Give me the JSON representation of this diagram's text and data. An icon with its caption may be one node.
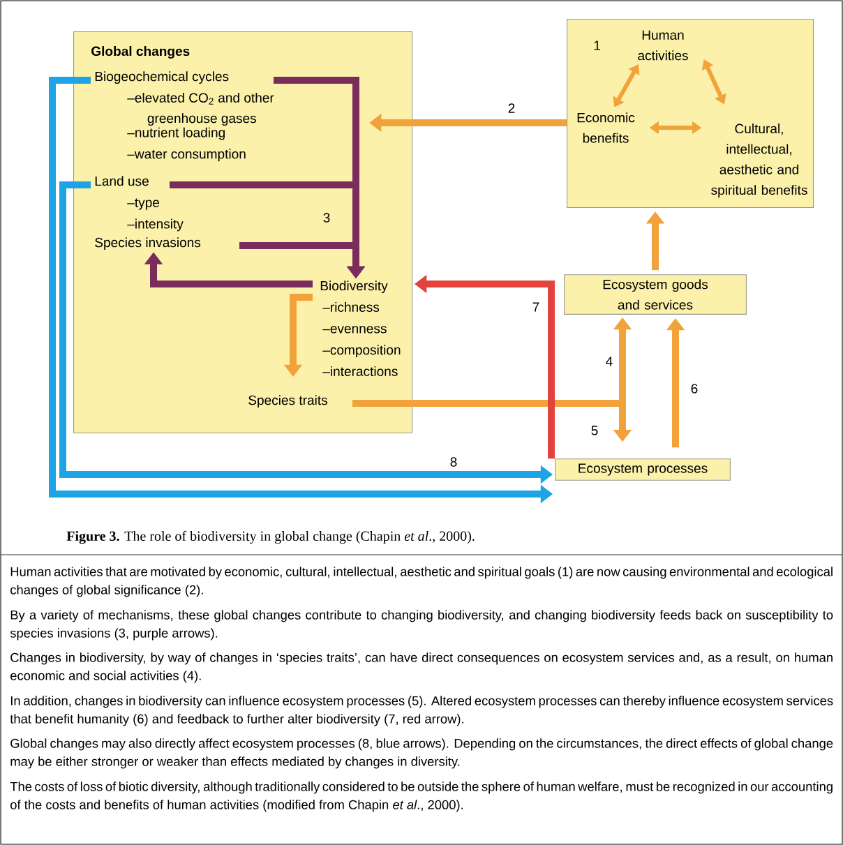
{
  "diagram": {
    "caption": "**Figure 3.** The role of biodiversity in global change (Chapin *et al*., 2000).",
    "nodes": [
      {
        "text": [
          "Global changes"
        ]
      },
      {
        "text": [
          "Biogeochemical cycles",
          "–elevated CO$_{2}$ and other greenhouse gases",
          "–nutrient loading",
          "–water consumption"
        ],
        "in": 0
      },
      {
        "text": [
          "Land use",
          "–type",
          "–intensity"
        ],
        "in": 0
      },
      {
        "text": [
          "Species invasions"
        ],
        "in": 0
      },
      {
        "text": [
          "Biodiversity",
          "–richness",
          "–evenness",
          "–composition",
          "–interactions"
        ],
        "in": 0
      },
      {
        "text": [
          "Species traits"
        ],
        "in": 0
      },
      {
        "text": [
          "1"
        ]
      },
      {
        "text": [
          "Human activities"
        ],
        "in": 6
      },
      {
        "text": [
          "Economic benefits"
        ],
        "in": 6
      },
      {
        "text": [
          "Cultural, intellectual, aesthetic and spiritual benefits"
        ],
        "in": 6
      },
      {
        "text": [
          "Ecosystem goods and services"
        ]
      },
      {
        "text": [
          "Ecosystem processes"
        ]
      }
    ],
    "edges": [
      {
        "from": 6,
        "to": 0,
        "arrow": "to",
        "label": "2"
      },
      {
        "from": 1,
        "to": 4,
        "arrow": "to",
        "color": "#7a2c5c"
      },
      {
        "from": 2,
        "to": 4,
        "arrow": "to",
        "color": "#7a2c5c",
        "label": "3"
      },
      {
        "from": 3,
        "to": 4,
        "arrow": "to",
        "color": "#7a2c5c"
      },
      {
        "from": 4,
        "to": 3,
        "arrow": "to",
        "color": "#7a2c5c"
      },
      {
        "from": 4,
        "to": 5,
        "arrow": "to"
      },
      {
        "from": 5,
        "to": 10,
        "arrow": "to",
        "label": "4"
      },
      {
        "from": 5,
        "to": 11,
        "arrow": "to",
        "label": "5"
      },
      {
        "from": 11,
        "to": 10,
        "arrow": "to",
        "label": "6"
      },
      {
        "from": 10,
        "to": 6,
        "arrow": "to"
      },
      {
        "from": 11,
        "to": 4,
        "arrow": "to",
        "color": "#e2433c",
        "label": "7"
      },
      {
        "from": 1,
        "to": 11,
        "arrow": "to",
        "color": "#1ea4e4"
      },
      {
        "from": 2,
        "to": 11,
        "arrow": "to",
        "color": "#1ea4e4",
        "label": "8"
      },
      {
        "from": 7,
        "to": 8,
        "arrow": "both"
      },
      {
        "from": 7,
        "to": 9,
        "arrow": "both"
      },
      {
        "from": 8,
        "to": 9,
        "arrow": "both"
      }
    ],
    "labels": [
      "Human activities that are motivated by economic, cultural, intellectual, aesthetic and spiritual goals (1) are now causing environmental and ecological changes of global significance (2).",
      "By a variety of mechanisms, these global changes contribute to changing biodiversity, and changing biodiversity feeds back on susceptibility to species invasions (3, purple arrows).",
      "Changes in biodiversity, by way of changes in ‘species traits’, can have direct consequences on ecosystem services and, as a result, on human economic and social activities (4).",
      "In addition, changes in biodiversity can influence ecosystem processes (5). Altered ecosystem processes can thereby influence ecosystem services that benefit humanity (6) and feedback to further alter biodiversity (7, red arrow).",
      "Global changes may also directly affect ecosystem processes (8, blue arrows). Depending on the circumstances, the direct effects of global change may be either stronger or weaker than effects mediated by changes in diversity.",
      "The costs of loss of biotic diversity, although traditionally considered to be outside the sphere of human welfare, must be recognized in our accounting of the costs and benefits of human activities (modified from Chapin *et al*., 2000)."
    ]
  }
}
